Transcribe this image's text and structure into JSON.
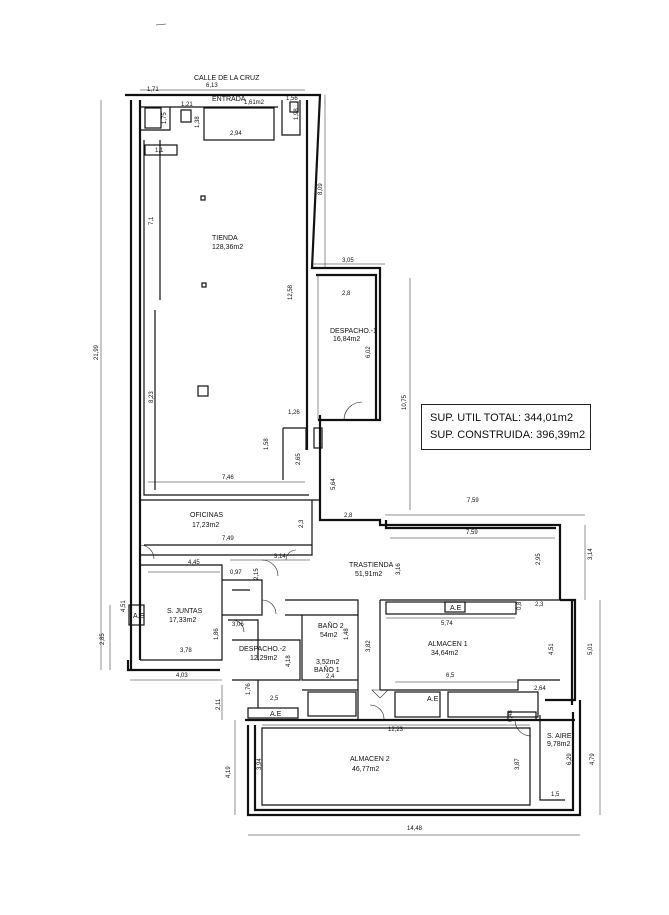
{
  "street": "CALLE  DE LA CRUZ",
  "rooms": {
    "entrada": {
      "name": "ENTRADA",
      "area": "1,61m2"
    },
    "tienda": {
      "name": "TIENDA",
      "area": "128,36m2"
    },
    "despacho1": {
      "name": "DESPACHO.-1",
      "area": "16,84m2"
    },
    "oficinas": {
      "name": "OFICINAS",
      "area": "17,23m2"
    },
    "trastienda": {
      "name": "TRASTIENDA",
      "area": "51,91m2"
    },
    "sjuntas": {
      "name": "S. JUNTAS",
      "area": "17,33m2"
    },
    "despacho2": {
      "name": "DESPACHO.-2",
      "area": "12,29m2"
    },
    "bano2": {
      "name": "BAÑO 2",
      "area": "54m2"
    },
    "bano1": {
      "name": "BAÑO 1",
      "area": "3,52m2"
    },
    "almacen1": {
      "name": "ALMACEN 1",
      "area": "34,64m2"
    },
    "almacen2": {
      "name": "ALMACEN 2",
      "area": "46,77m2"
    },
    "saire": {
      "name": "S. AIRE",
      "area": "9,78m2"
    }
  },
  "ae_label": "A.E",
  "summary": {
    "util": "SUP. UTIL TOTAL:  344,01m2",
    "construida": "SUP. CONSTRUIDA: 396,39m2"
  },
  "dims": {
    "d171": "1,71",
    "d613": "6,13",
    "d121": "1,21",
    "d156": "1,56",
    "d175": "1,75",
    "d138": "1,38",
    "d294": "2,94",
    "d198": "1,98",
    "d11": "1,1",
    "d71": "7,1",
    "d809": "8,09",
    "d2199": "21,99",
    "d1258": "12,58",
    "d823": "8,23",
    "d305": "3,05",
    "d28a": "2,8",
    "d602": "6,02",
    "d1075": "10,75",
    "d126": "1,26",
    "d158": "1,58",
    "d265": "2,65",
    "d746": "7,46",
    "d564": "5,64",
    "d759a": "7,59",
    "d23a": "2,3",
    "d28b": "2,8",
    "d759b": "7,59",
    "d749": "7,49",
    "d314a": "3,14",
    "d295": "2,95",
    "d314b": "3,14",
    "d445": "4,45",
    "d097": "0,97",
    "d215": "2,15",
    "d316": "3,16",
    "d574": "5,74",
    "d08": "0,8",
    "d23b": "2,3",
    "d451a": "4,51",
    "d285": "2,85",
    "d306": "3,06",
    "d148": "1,48",
    "d382": "3,82",
    "d451b": "4,51",
    "d501": "5,01",
    "d186": "1,86",
    "d378": "3,78",
    "d418": "4,18",
    "d24": "2,4",
    "d65": "6,5",
    "d403": "4,03",
    "d176": "1,76",
    "d264": "2,64",
    "d211": "2,11",
    "d25": "2,5",
    "d1223": "12,23",
    "d048": "0,48",
    "d394": "3,94",
    "d387": "3,87",
    "d629": "6,29",
    "d419": "4,19",
    "d479": "4,79",
    "d15": "1,5",
    "d1448": "14,48"
  }
}
